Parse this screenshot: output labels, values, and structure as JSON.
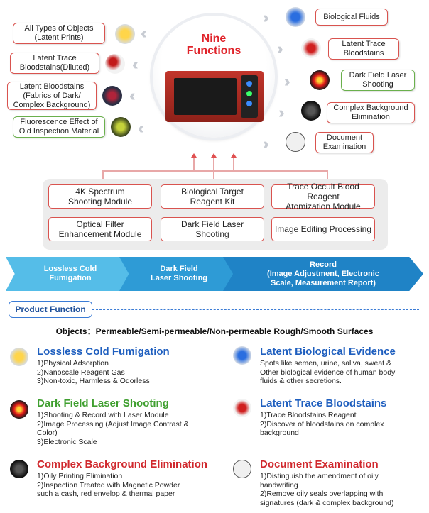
{
  "center": {
    "title": "Nine\nFunctions"
  },
  "left_functions": [
    {
      "label": "All Types of Objects\n(Latent Prints)",
      "icon": "fingerprint-hand-icon"
    },
    {
      "label": "Latent Trace\nBloodstains(Diluted)",
      "icon": "blood-drops-icon"
    },
    {
      "label": "Latent Bloodstains\n(Fabrics of Dark/\nComplex Background)",
      "icon": "fabric-stain-icon"
    },
    {
      "label": "Fluorescence Effect of\nOld Inspection Material",
      "icon": "fluorescence-fingerprint-icon"
    }
  ],
  "right_functions": [
    {
      "label": "Biological Fluids",
      "icon": "fluid-stain-icon"
    },
    {
      "label": "Latent Trace\nBloodstains",
      "icon": "bloody-hand-icon"
    },
    {
      "label": "Dark Field Laser\nShooting",
      "icon": "laser-spot-icon"
    },
    {
      "label": "Complex Background\nElimination",
      "icon": "dark-fingerprint-icon"
    },
    {
      "label": "Document\nExamination",
      "icon": "document-icon"
    }
  ],
  "modules": [
    "4K Spectrum\nShooting Module",
    "Biological Target\nReagent Kit",
    "Trace Occult Blood Reagent\nAtomization Module",
    "Optical Filter\nEnhancement Module",
    "Dark Field Laser\nShooting",
    "Image Editing Processing"
  ],
  "process": [
    "Lossless Cold\nFumigation",
    "Dark Field\nLaser Shooting",
    "Record\n(Image Adjustment, Electronic\nScale, Measurement Report)"
  ],
  "product_function": {
    "tab": "Product Function",
    "objects": "Objects：Permeable/Semi-permeable/Non-permeable Rough/Smooth Surfaces",
    "sections": [
      {
        "title": "Lossless Cold Fumigation",
        "icon": "fingerprint-hand-icon",
        "lines": [
          "1)Physical Adsorption",
          "2)Nanoscale Reagent Gas",
          "3)Non-toxic, Harmless & Odorless"
        ]
      },
      {
        "title": "Latent Biological Evidence",
        "icon": "fluid-stain-icon",
        "lines": [
          "Spots like semen,  urine,  saliva,  sweat &",
          "Other biological evidence of human  body",
          "fluids & other secretions."
        ]
      },
      {
        "title": "Dark Field Laser Shooting",
        "icon": "laser-spot-icon",
        "lines": [
          "1)Shooting & Record with Laser Module",
          "2)Image Processing (Adjust Image Contrast &\n    Color)",
          "3)Electronic Scale"
        ]
      },
      {
        "title": "Latent Trace Bloodstains",
        "icon": "bloody-hand-icon",
        "lines": [
          "1)Trace Bloodstains Reagent",
          "2)Discover of bloodstains on complex\n    background"
        ]
      },
      {
        "title": "Complex Background Elimination",
        "icon": "dark-fingerprint-icon",
        "lines": [
          "1)Oily Printing Elimination",
          "2)Inspection Treated with Magnetic Powder\n    such a cash, red envelop & thermal paper"
        ]
      },
      {
        "title": "Document Examination",
        "icon": "document-icon",
        "lines": [
          "1)Distinguish the amendment of oily\n    handwriting",
          "2)Remove oily seals overlapping with\n    signatures (dark & complex background)"
        ]
      }
    ]
  }
}
